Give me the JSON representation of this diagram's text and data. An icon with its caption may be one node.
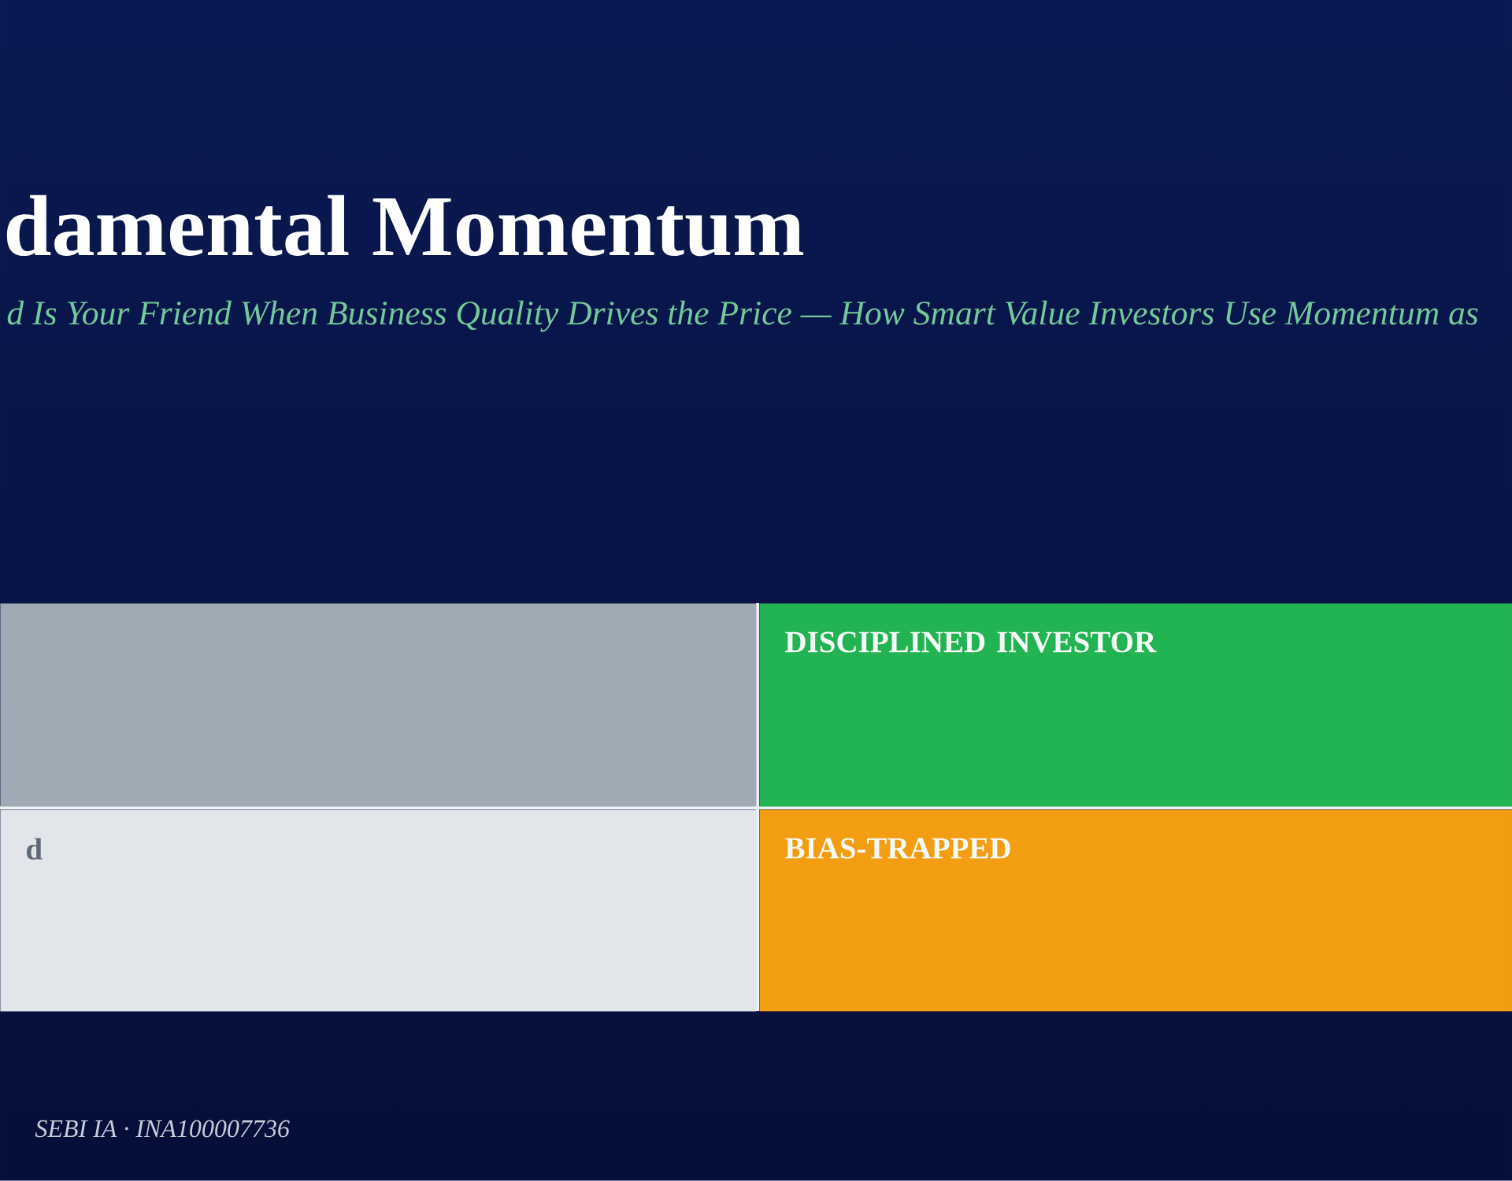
{
  "diagram": {
    "title": "damental Momentum",
    "nodes": [
      {
        "text": [],
        "shape": "box"
      },
      {
        "text": [
          "DISCIPLINED INVESTOR"
        ]
      },
      {
        "text": [
          "d"
        ]
      },
      {
        "text": [
          "BIAS-TRAPPED"
        ]
      }
    ],
    "labels": [
      "d Is Your Friend When Business Quality Drives the Price — How Smart Value Investors Use Momentum as",
      "SEBI IA · INA100007736"
    ]
  }
}
